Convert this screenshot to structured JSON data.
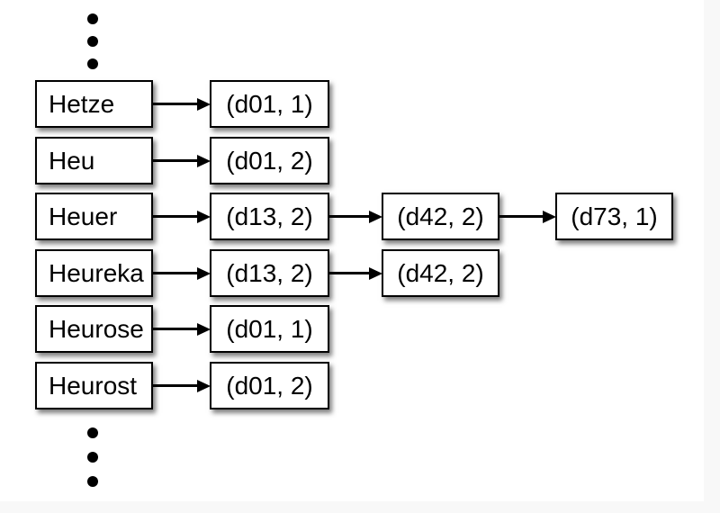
{
  "rows": [
    {
      "term": "Hetze",
      "postings": [
        "(d01, 1)"
      ]
    },
    {
      "term": "Heu",
      "postings": [
        "(d01, 2)"
      ]
    },
    {
      "term": "Heuer",
      "postings": [
        "(d13, 2)",
        "(d42, 2)",
        "(d73, 1)"
      ]
    },
    {
      "term": "Heureka",
      "postings": [
        "(d13, 2)",
        "(d42, 2)"
      ]
    },
    {
      "term": "Heurose",
      "postings": [
        "(d01, 1)"
      ]
    },
    {
      "term": "Heurost",
      "postings": [
        "(d01, 2)"
      ]
    }
  ],
  "colors": {
    "canvas": "#ffffff",
    "page_margin": "#f8f8f8",
    "box_fill": "#ffffff",
    "box_border": "#000000",
    "text": "#000000"
  }
}
